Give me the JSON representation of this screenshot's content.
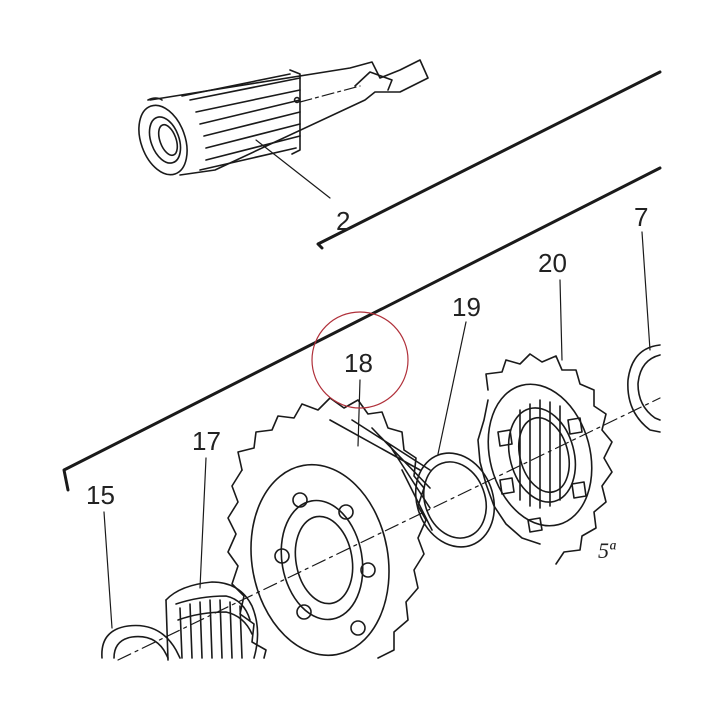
{
  "diagram": {
    "part_labels": {
      "p2": "2",
      "p7": "7",
      "p15": "15",
      "p17": "17",
      "p18": "18",
      "p19": "19",
      "p20": "20"
    },
    "gear_label": "5ª",
    "colors": {
      "line": "#1a1a1a",
      "highlight_circle": "#b0303a",
      "background": "#ffffff"
    }
  }
}
